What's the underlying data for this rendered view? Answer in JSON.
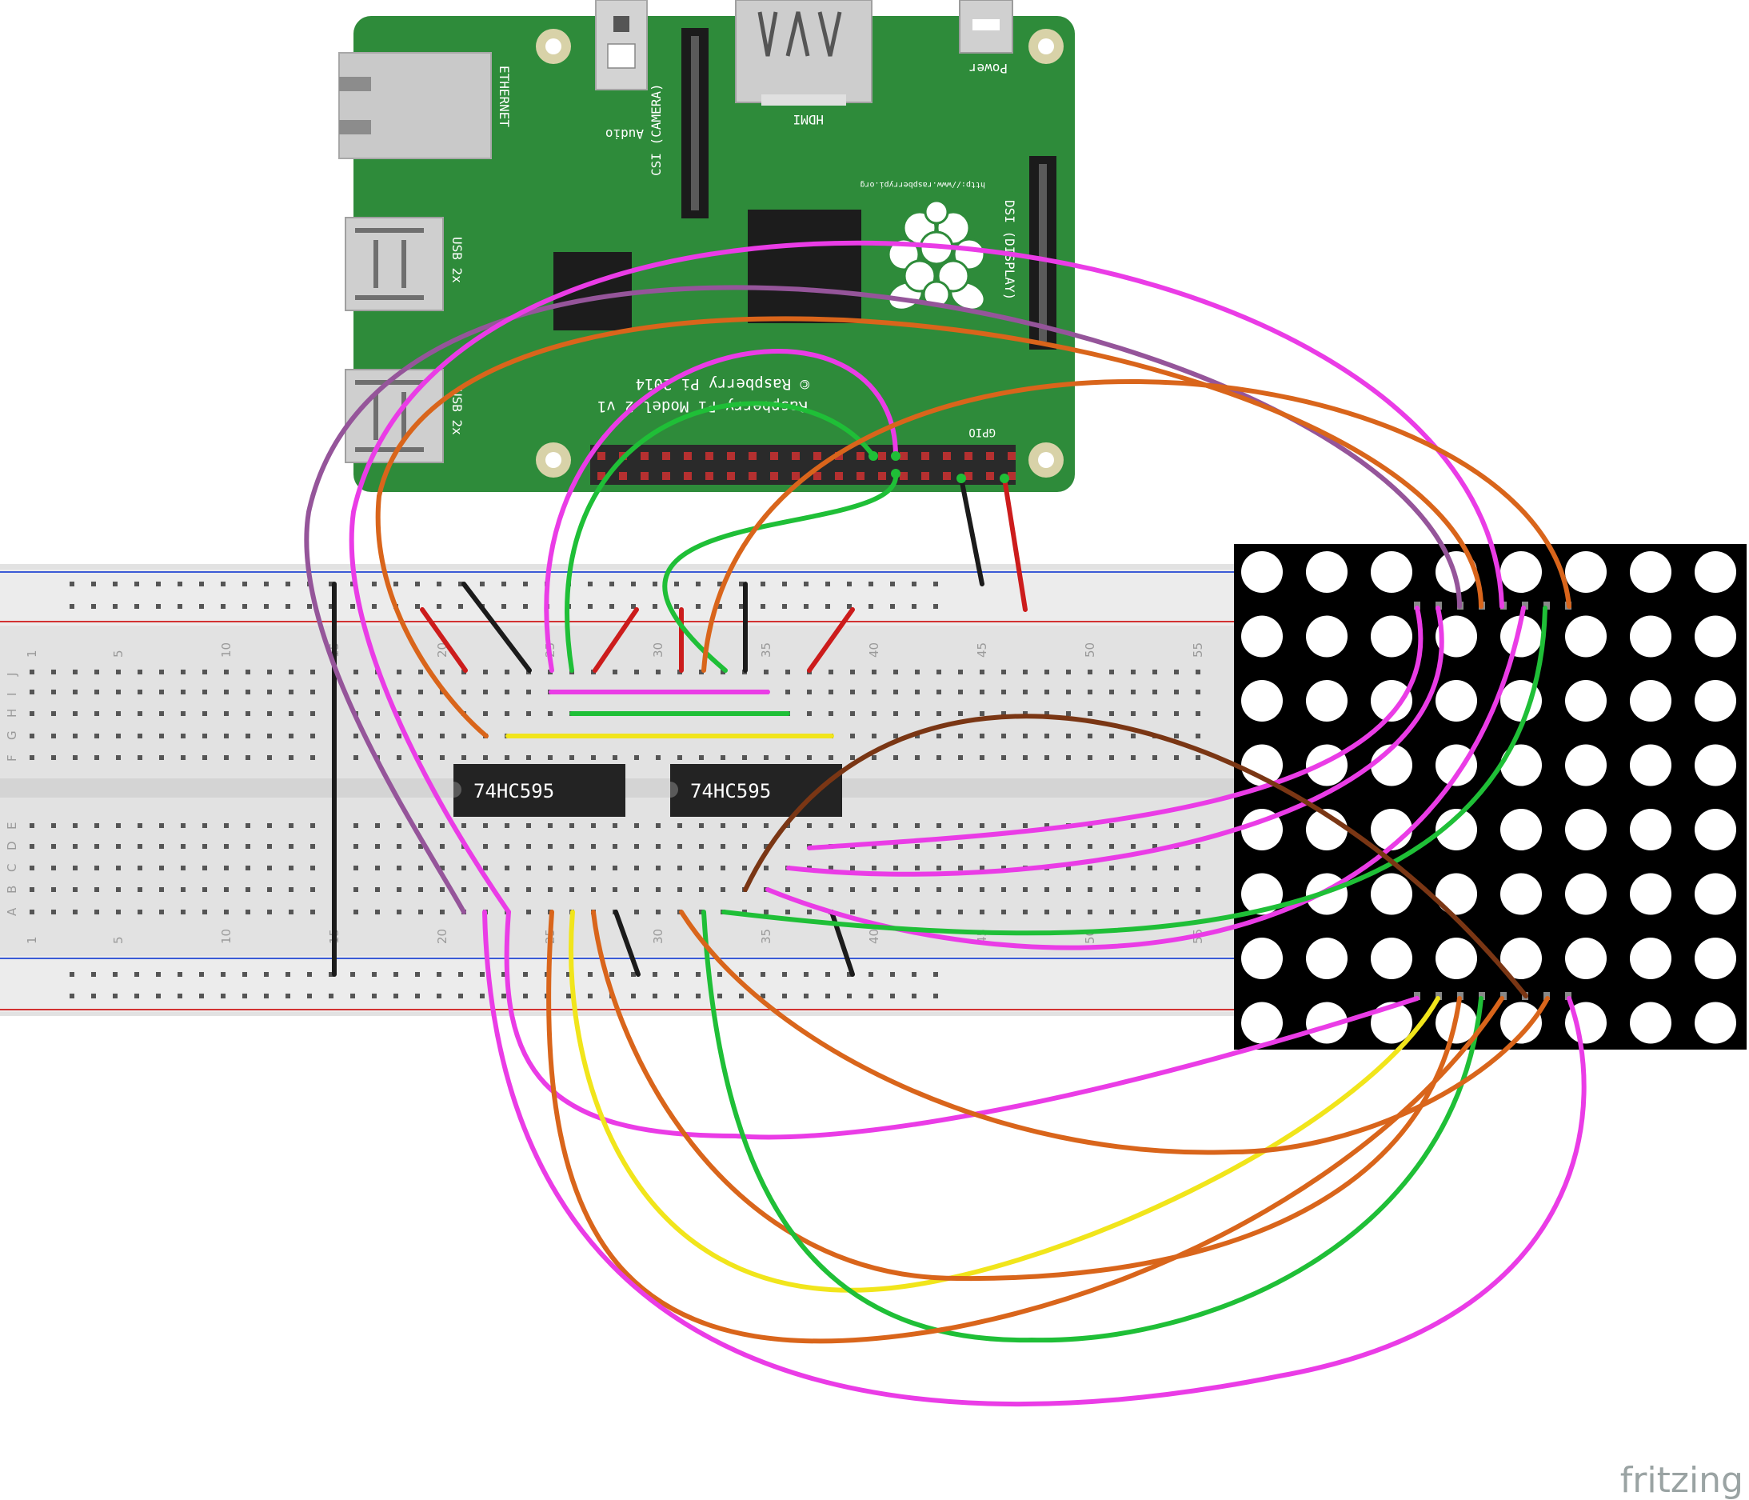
{
  "pi": {
    "labels": {
      "ethernet": "ETHERNET",
      "usb_top": "USB 2x",
      "usb_bottom": "USB 2x",
      "audio": "Audio",
      "camera": "CSI (CAMERA)",
      "hdmi": "HDMI",
      "power": "Power",
      "display": "DSI (DISPLAY)",
      "model": "Raspberry Pi Model 2 v1",
      "copyright": "© Raspberry Pi 2014",
      "url": "http://www.raspberrypi.org",
      "gpio": "GPIO"
    },
    "board_color": "#2e8b3a"
  },
  "breadboard": {
    "row_letters_top": [
      "J",
      "I",
      "H",
      "G",
      "F"
    ],
    "row_letters_bottom": [
      "E",
      "D",
      "C",
      "B",
      "A"
    ],
    "column_numbers": [
      "1",
      "5",
      "10",
      "15",
      "20",
      "25",
      "30",
      "35",
      "40",
      "45",
      "50",
      "55"
    ],
    "rail_colors": {
      "negative": "#3b5bd6",
      "positive": "#d23232"
    }
  },
  "chips": [
    {
      "label": "74HC595"
    },
    {
      "label": "74HC595"
    }
  ],
  "matrix": {
    "rows": 8,
    "cols": 8
  },
  "wire_colors": {
    "magenta": "#ea3ce6",
    "orange": "#d9651b",
    "green": "#1fbf37",
    "yellow": "#f1e51b",
    "purple": "#95559a",
    "brown": "#7a3614",
    "black": "#1b1b1b",
    "red": "#cc1c1c"
  },
  "watermark": "fritzing"
}
